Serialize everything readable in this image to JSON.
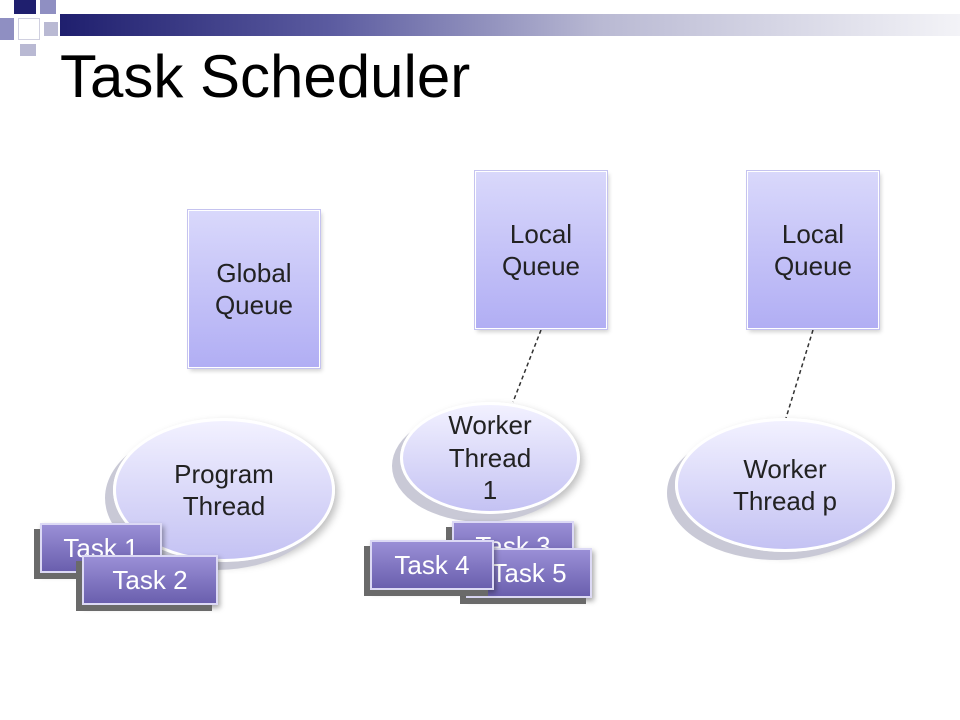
{
  "slide": {
    "title": "Task Scheduler"
  },
  "queues": {
    "global": "Global\nQueue",
    "local_1": "Local\nQueue",
    "local_p": "Local\nQueue"
  },
  "threads": {
    "program": "Program\nThread",
    "worker_1": "Worker\nThread\n1",
    "worker_p": "Worker\nThread p"
  },
  "tasks": {
    "task_1": "Task 1",
    "task_2": "Task 2",
    "task_3": "Task 3",
    "task_4": "Task 4",
    "task_5": "Task 5"
  },
  "colors": {
    "queue_fill": "#b1aef4",
    "thread_fill": "#c4c2f3",
    "task_fill": "#7a6fc0",
    "accent_dark": "#1f1f6e"
  }
}
